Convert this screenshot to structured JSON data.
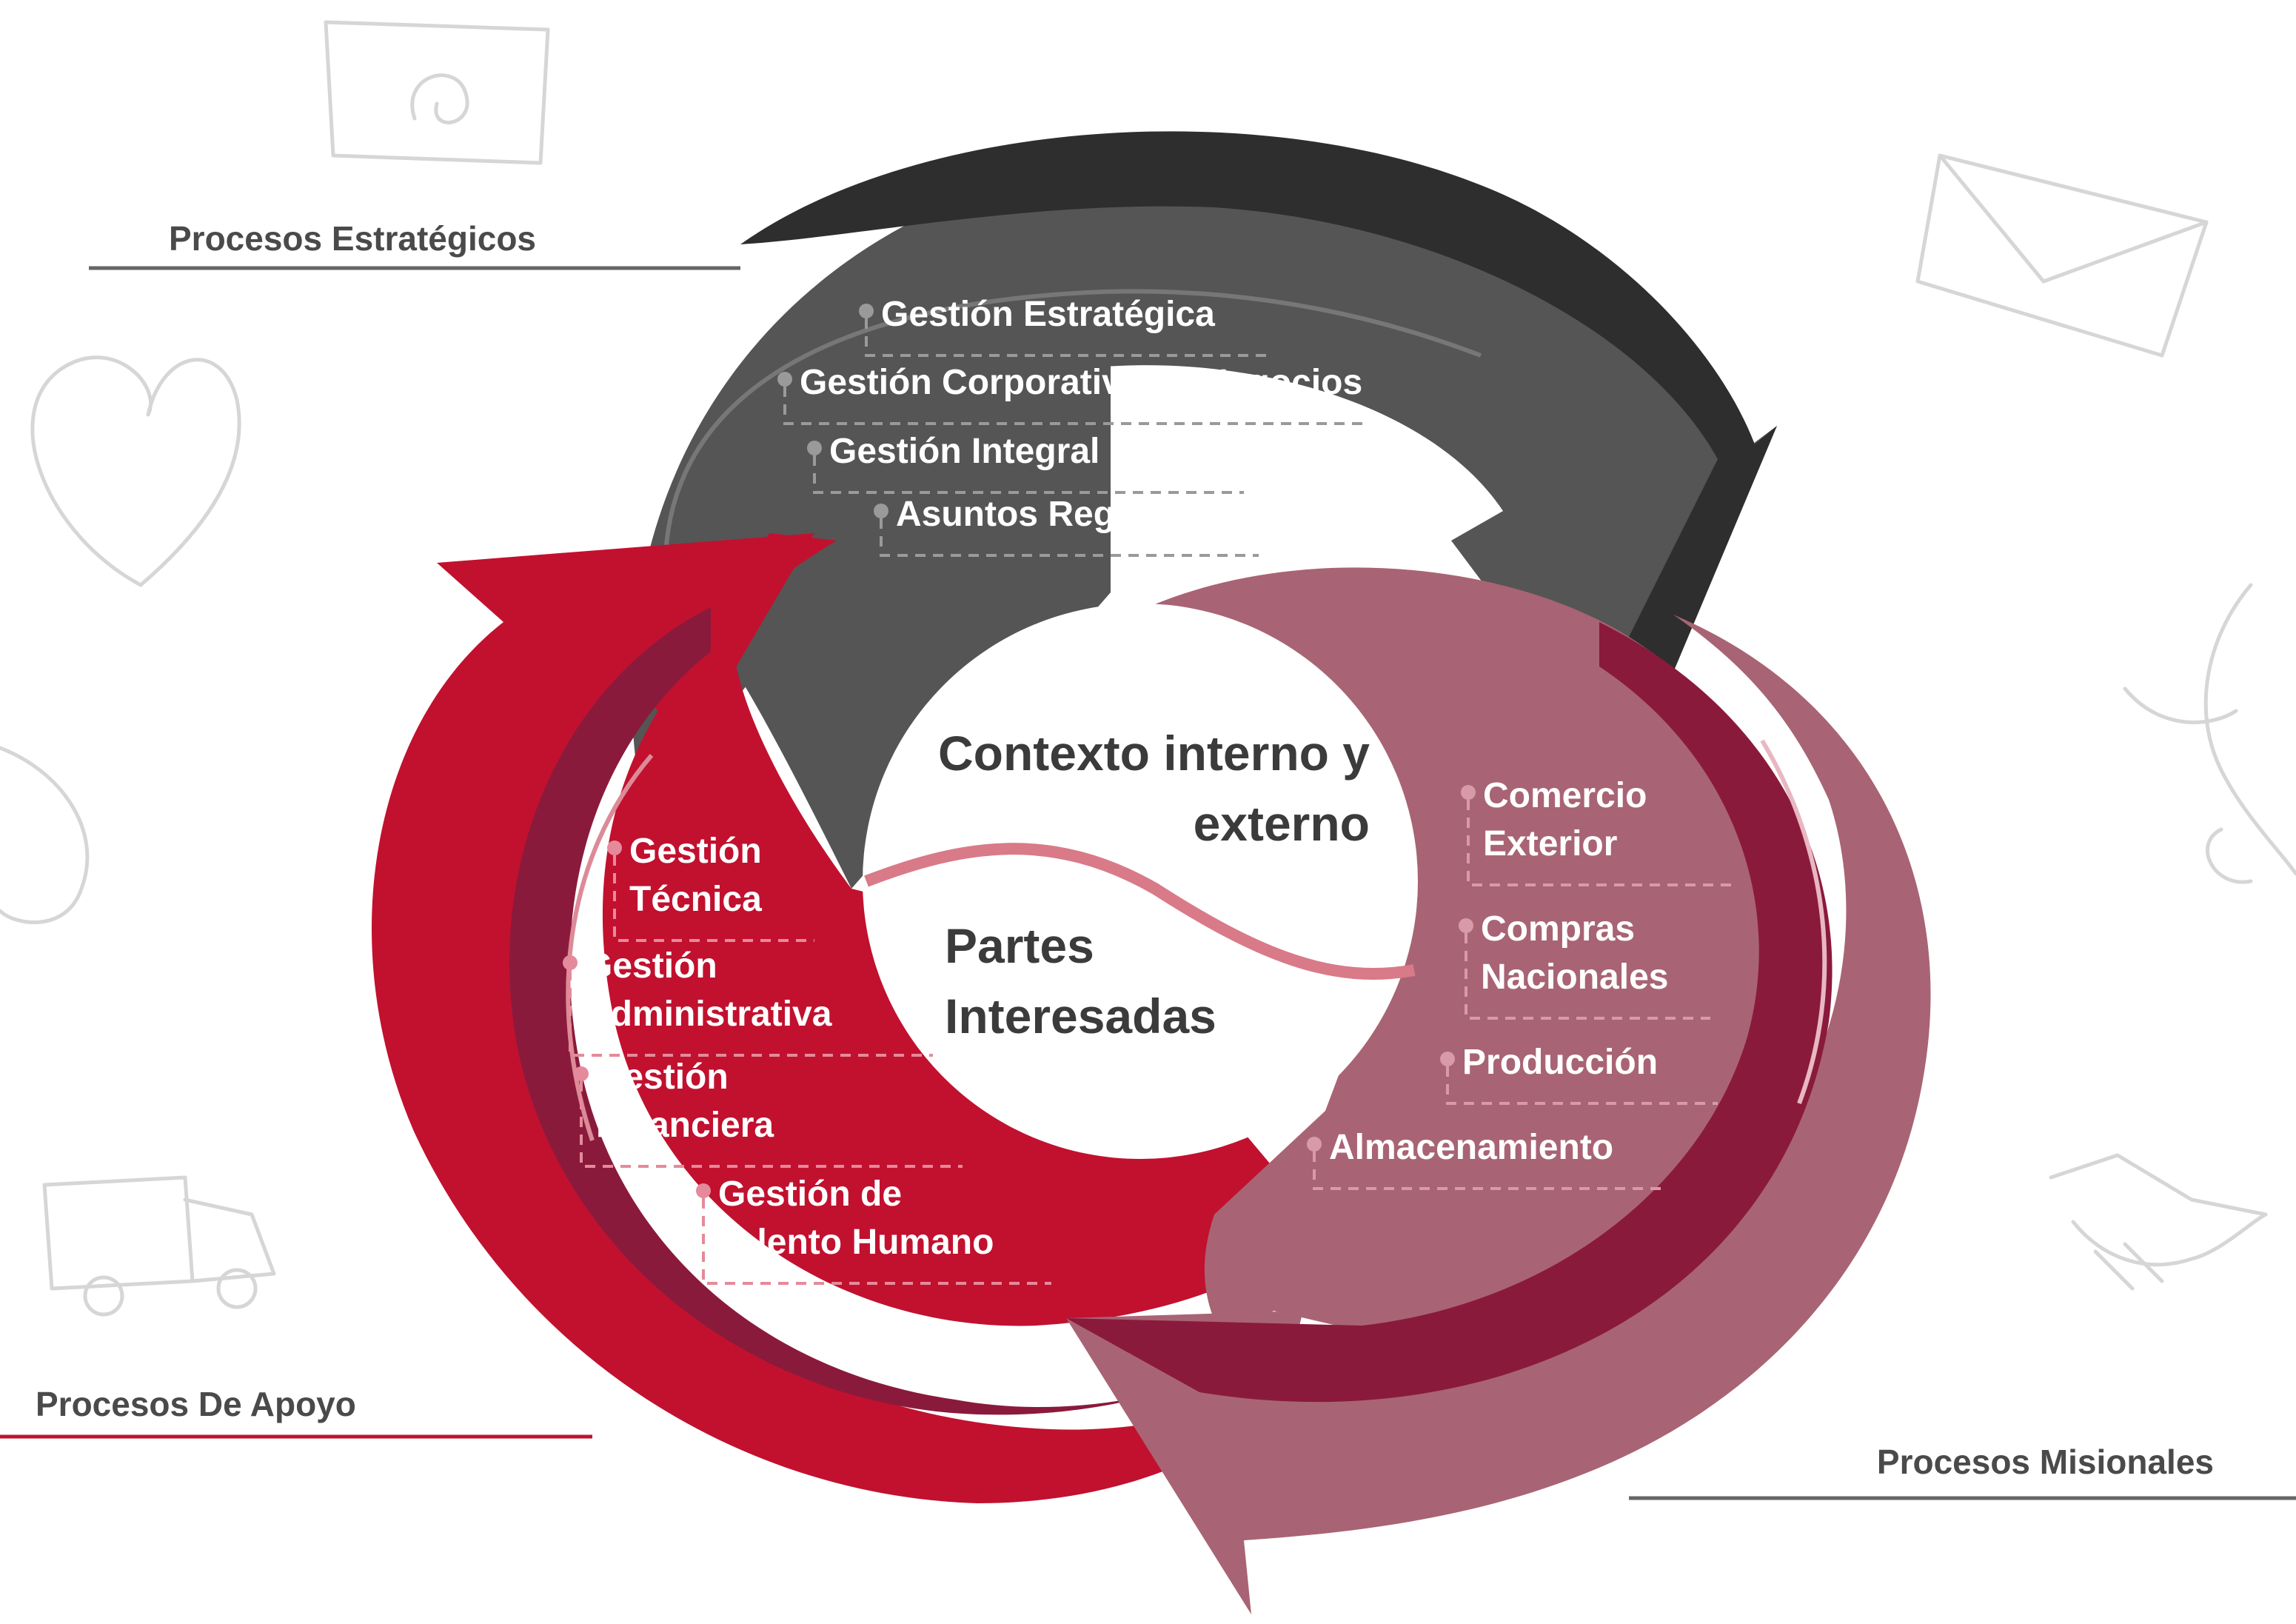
{
  "colors": {
    "strategic_dark": "#2e2e2e",
    "strategic_mid": "#555555",
    "support_red": "#c1112f",
    "support_dark": "#8a1a3c",
    "mission_rose": "#a86474",
    "mission_dark": "#8a1a3c",
    "wave": "#d97a88",
    "label_text": "#4a4a4a"
  },
  "groups": {
    "strategic": {
      "label": "Procesos Estratégicos",
      "items": [
        "Gestión Estratégica",
        "Gestión Corporativa de Negocios",
        "Gestión Integral HSEQ",
        "Asuntos Regulatorios"
      ]
    },
    "support": {
      "label": "Procesos De Apoyo",
      "items": [
        [
          "Gestión",
          "Técnica"
        ],
        [
          "Gestión",
          "Administrativa"
        ],
        [
          "Gestión",
          "Financiera"
        ],
        [
          "Gestión de",
          "Talento Humano"
        ]
      ]
    },
    "mission": {
      "label": "Procesos Misionales",
      "items": [
        [
          "Comercio",
          "Exterior"
        ],
        [
          "Compras",
          "Nacionales"
        ],
        [
          "Producción"
        ],
        [
          "Almacenamiento"
        ]
      ]
    }
  },
  "center": {
    "top_line1": "Contexto interno y",
    "top_line2": "externo",
    "bottom_line1": "Partes",
    "bottom_line2": "Interesadas"
  },
  "decorations": [
    "photo-frame-icon",
    "envelope-icon",
    "heart-icon",
    "plant-icon",
    "truck-icon",
    "handshake-icon",
    "doodle-icon"
  ]
}
